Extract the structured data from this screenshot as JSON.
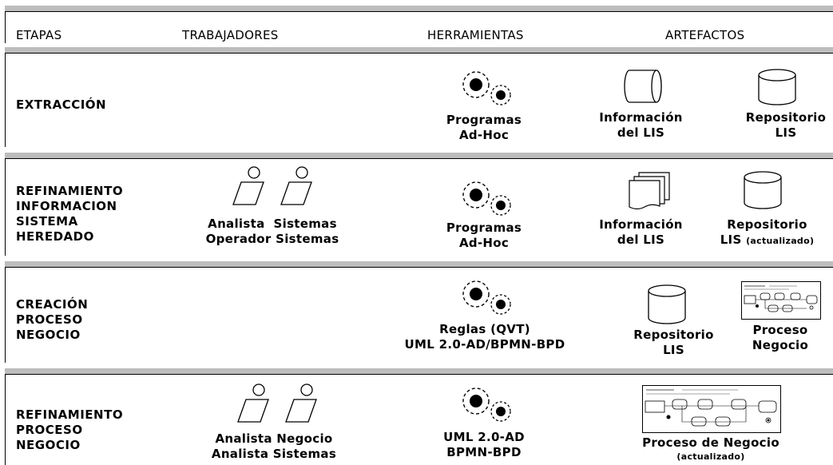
{
  "headers": {
    "etapas": "ETAPAS",
    "trabajadores": "TRABAJADORES",
    "herramientas": "HERRAMIENTAS",
    "artefactos": "ARTEFACTOS"
  },
  "rows": [
    {
      "stage": "EXTRACCIÓN",
      "workers": [],
      "tool": [
        "Programas",
        "Ad-Hoc"
      ],
      "artifacts": [
        {
          "icon": "cylinder-horizontal-icon",
          "lines": [
            "Información",
            "del LIS"
          ]
        },
        {
          "icon": "database-icon",
          "lines": [
            "Repositorio",
            "LIS"
          ]
        }
      ]
    },
    {
      "stage_lines": [
        "REFINAMIENTO",
        "INFORMACION",
        "SISTEMA",
        "HEREDADO"
      ],
      "workers": [
        "Analista  Sistemas",
        "Operador Sistemas"
      ],
      "tool": [
        "Programas",
        "Ad-Hoc"
      ],
      "artifacts": [
        {
          "icon": "multiple-documents-icon",
          "lines": [
            "Información",
            "del LIS"
          ]
        },
        {
          "icon": "database-icon",
          "lines": [
            "Repositorio",
            "LIS"
          ],
          "suffix": "(actualizado)"
        }
      ]
    },
    {
      "stage_lines": [
        "CREACIÓN",
        "PROCESO",
        "NEGOCIO"
      ],
      "workers": [],
      "tool": [
        "Reglas (QVT)",
        "UML 2.0-AD/BPMN-BPD"
      ],
      "artifacts": [
        {
          "icon": "database-icon",
          "lines": [
            "Repositorio",
            "LIS"
          ]
        },
        {
          "icon": "process-diagram-thumbnail",
          "lines": [
            "Proceso",
            "Negocio"
          ]
        }
      ]
    },
    {
      "stage_lines": [
        "REFINAMIENTO",
        "PROCESO",
        "NEGOCIO"
      ],
      "workers": [
        "Analista Negocio",
        "Analista Sistemas"
      ],
      "tool": [
        "UML 2.0-AD",
        "BPMN-BPD"
      ],
      "artifacts": [
        {
          "icon": "process-diagram-thumbnail",
          "lines": [
            "Proceso de Negocio",
            "(actualizado)"
          ]
        }
      ]
    }
  ]
}
